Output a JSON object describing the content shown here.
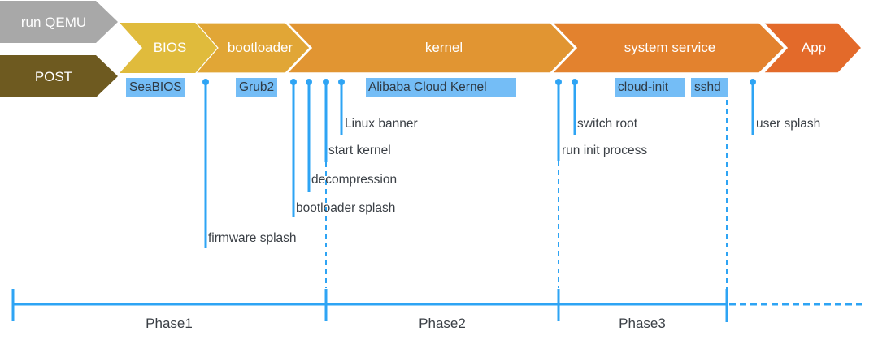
{
  "title": "Boot process timeline",
  "colors": {
    "run_qemu": "#a8a8a8",
    "post": "#6e5a20",
    "bios": "#e0bb3c",
    "bootloader": "#e1a636",
    "kernel": "#e19532",
    "system_service": "#e3822e",
    "app": "#e36a2a",
    "marker": "#2ea4f4",
    "tag_bg": "#74bdf6"
  },
  "pre_stages": [
    {
      "id": "run-qemu",
      "label": "run QEMU"
    },
    {
      "id": "post",
      "label": "POST"
    }
  ],
  "stages": [
    {
      "id": "bios",
      "label": "BIOS"
    },
    {
      "id": "bootloader",
      "label": "bootloader"
    },
    {
      "id": "kernel",
      "label": "kernel"
    },
    {
      "id": "system-service",
      "label": "system service"
    },
    {
      "id": "app",
      "label": "App"
    }
  ],
  "components": [
    {
      "id": "seabios",
      "label": "SeaBIOS"
    },
    {
      "id": "grub2",
      "label": "Grub2"
    },
    {
      "id": "alibaba-cloud-kernel",
      "label": "Alibaba Cloud Kernel"
    },
    {
      "id": "cloud-init",
      "label": "cloud-init"
    },
    {
      "id": "sshd",
      "label": "sshd"
    }
  ],
  "events": [
    {
      "id": "firmware-splash",
      "label": "firmware splash"
    },
    {
      "id": "bootloader-splash",
      "label": "bootloader splash"
    },
    {
      "id": "decompression",
      "label": "decompression"
    },
    {
      "id": "start-kernel",
      "label": "start kernel"
    },
    {
      "id": "linux-banner",
      "label": "Linux banner"
    },
    {
      "id": "run-init-process",
      "label": "run init process"
    },
    {
      "id": "switch-root",
      "label": "switch root"
    },
    {
      "id": "user-splash",
      "label": "user splash"
    }
  ],
  "phases": [
    {
      "id": "phase1",
      "label": "Phase1"
    },
    {
      "id": "phase2",
      "label": "Phase2"
    },
    {
      "id": "phase3",
      "label": "Phase3"
    }
  ]
}
